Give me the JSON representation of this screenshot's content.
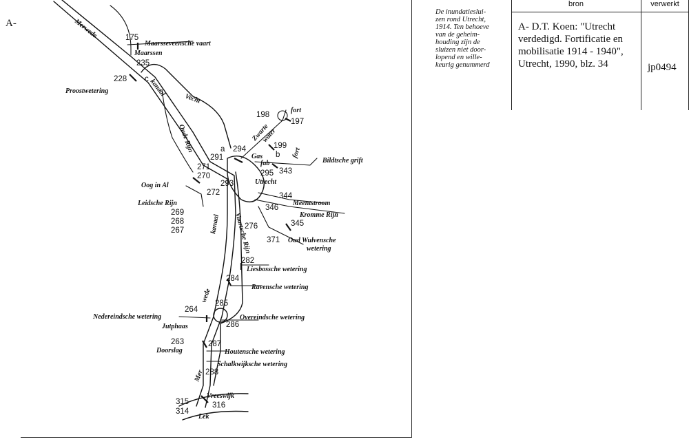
{
  "figure_letter": "A-",
  "caption_lines": [
    "De inundatieslui-",
    "zen rond Utrecht,",
    "1914. Ten behoeve",
    "van de geheim-",
    "houding zijn de",
    "sluizen niet door-",
    "lopend en wille-",
    "keurig genummerd"
  ],
  "table": {
    "header_bron": "bron",
    "header_verwerkt": "verwerkt",
    "bron_lines": [
      "A- D.T. Koen: \"Utrecht",
      "verdedigd. Fortificatie en",
      "mobilisatie 1914 - 1940\",",
      "Utrecht, 1990, blz. 34"
    ],
    "verwerkt_value": "jp0494"
  },
  "map": {
    "sluice_numbers": [
      "175",
      "235",
      "228",
      "198",
      "197",
      "199",
      "294",
      "291",
      "343",
      "295",
      "293",
      "271",
      "270",
      "272",
      "344",
      "346",
      "345",
      "276",
      "371",
      "269",
      "268",
      "267",
      "282",
      "284",
      "264",
      "285",
      "286",
      "263",
      "287",
      "288",
      "315",
      "314",
      "316"
    ],
    "letters": [
      "c",
      "a",
      "b"
    ],
    "places": {
      "maarsseveensche_vaart": "Maarsseveensche vaart",
      "maarssen": "Maarssen",
      "proostwetering": "Proostwetering",
      "merwede": "Merwede",
      "kanaal_n": "kanaal",
      "vecht": "Vecht",
      "oude_rijn": "Oude Rijn",
      "fort1": "fort",
      "fort2": "fort",
      "zwarte": "Zwarte",
      "water": "water",
      "gas": "Gas",
      "fab": "fab",
      "bildtsche_grift": "Bildtsche grift",
      "utrecht": "Utrecht",
      "oog_in_al": "Oog in Al",
      "leidsche_rijn": "Leidsche Rijn",
      "meentstroom": "Meentstroom",
      "kromme_rijn": "Kromme Rijn",
      "oud_wulvensche": "Oud Wulvensche",
      "wetering": "wetering",
      "vaartsche_rijn": "Vaartsche Rijn",
      "kanaal_s": "kanaal",
      "wede": "wede",
      "liesbossche": "Liesbossche wetering",
      "ravensche": "Ravensche wetering",
      "nedereindsche": "Nedereindsche wetering",
      "jutphaas": "Jutphaas",
      "overeindsche": "Overeindsche wetering",
      "doorslag": "Doorslag",
      "houtensche": "Houtensche wetering",
      "schalkwijksche": "Schalkwijksche wetering",
      "mer": "Mer",
      "vreeswijk": "Vreeswijk",
      "lek": "Lek"
    }
  }
}
